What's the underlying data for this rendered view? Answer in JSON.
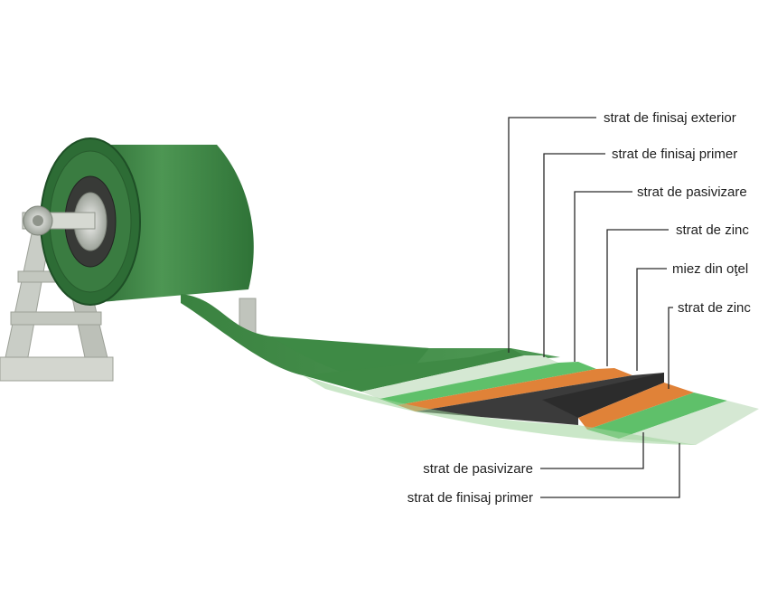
{
  "layer_labels_top": [
    "strat de finisaj exterior",
    "strat de finisaj primer",
    "strat de pasivizare",
    "strat de zinc",
    "miez din oţel",
    "strat de zinc"
  ],
  "layer_labels_bottom": [
    "strat de pasivizare",
    "strat de finisaj primer"
  ],
  "colors": {
    "coil_green": "#3f8a45",
    "coil_dark": "#2b6a33",
    "finish_exterior": "#4f9a55",
    "primer": "#d5e8d3",
    "passivation": "#5fc06a",
    "zinc": "#e08238",
    "steel_core": "#3b3b3b",
    "frame": "#c9cdc6"
  }
}
